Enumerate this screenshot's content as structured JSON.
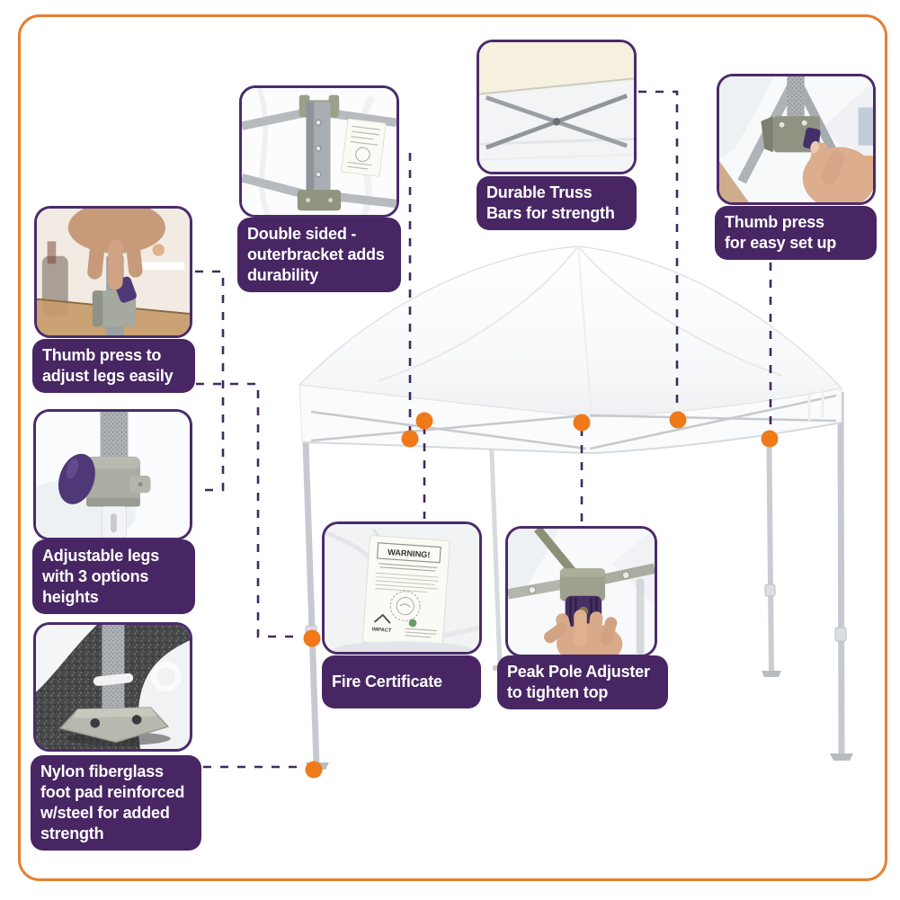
{
  "page": {
    "type": "product-feature-infographic",
    "subject": "pop-up canopy tent with feature callouts",
    "background": "#ffffff",
    "border_color": "#E5802F"
  },
  "palette": {
    "label_bg": "#472663",
    "label_text": "#ffffff",
    "photo_border": "#4B2B6B",
    "connector_dash": "#3F2B5E",
    "dot_orange": "#F0791A",
    "tent_frame_gray": "#C6CAD0"
  },
  "callouts": [
    {
      "id": "thumb-press-adjust-legs",
      "photo": "hand-pressing-leg-clamp-photo",
      "lines": [
        "Thumb press to",
        "adjust legs easily"
      ]
    },
    {
      "id": "adjustable-legs",
      "photo": "leg-clamp-lever-photo",
      "lines": [
        "Adjustable legs",
        "with 3 options",
        "heights"
      ]
    },
    {
      "id": "nylon-foot-pad",
      "photo": "foot-pad-on-asphalt-photo",
      "lines": [
        "Nylon fiberglass",
        "foot pad reinforced",
        "w/steel for added",
        "strength"
      ]
    },
    {
      "id": "double-sided-bracket",
      "photo": "outer-bracket-truss-photo",
      "lines": [
        "Double sided -",
        "outerbracket adds",
        "durability"
      ]
    },
    {
      "id": "durable-truss-bars",
      "photo": "truss-bars-x-photo",
      "lines": [
        "Durable Truss",
        "Bars for strength"
      ]
    },
    {
      "id": "thumb-press-setup",
      "photo": "thumb-press-corner-bracket-photo",
      "lines": [
        "Thumb press",
        "for easy set up"
      ]
    },
    {
      "id": "fire-certificate",
      "photo": "warning-label-photo",
      "lines": [
        "Fire Certificate"
      ]
    },
    {
      "id": "peak-pole-adjuster",
      "photo": "peak-pole-knob-hand-photo",
      "lines": [
        "Peak Pole Adjuster",
        "to tighten top"
      ]
    }
  ],
  "photo_texts": {
    "warning_title": "WARNING!",
    "impact_logo": "IMPACT"
  }
}
